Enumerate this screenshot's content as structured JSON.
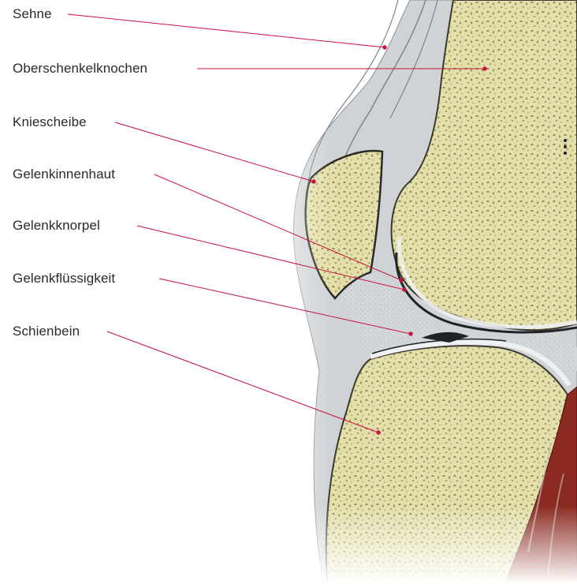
{
  "diagram": {
    "labels": [
      {
        "id": "sehne",
        "text": "Sehne"
      },
      {
        "id": "oberschenkelknochen",
        "text": "Oberschenkelknochen"
      },
      {
        "id": "kniescheibe",
        "text": "Kniescheibe"
      },
      {
        "id": "gelenkinnenhaut",
        "text": "Gelenkinnenhaut"
      },
      {
        "id": "gelenkknorpel",
        "text": "Gelenkknorpel"
      },
      {
        "id": "gelenkfluessigkeit",
        "text": "Gelenkflüssigkeit"
      },
      {
        "id": "schienbein",
        "text": "Schienbein"
      }
    ]
  },
  "colors": {
    "leader_line": "#c8103e",
    "bone": "#e4dfa8",
    "bone_pores": "#6b6a45",
    "cartilage": "#dde2e6",
    "tendon": "#cfd3d6",
    "muscle": "#8a2a20",
    "joint_fluid": "#c7ccd0",
    "label_text": "#2a2a2a"
  }
}
